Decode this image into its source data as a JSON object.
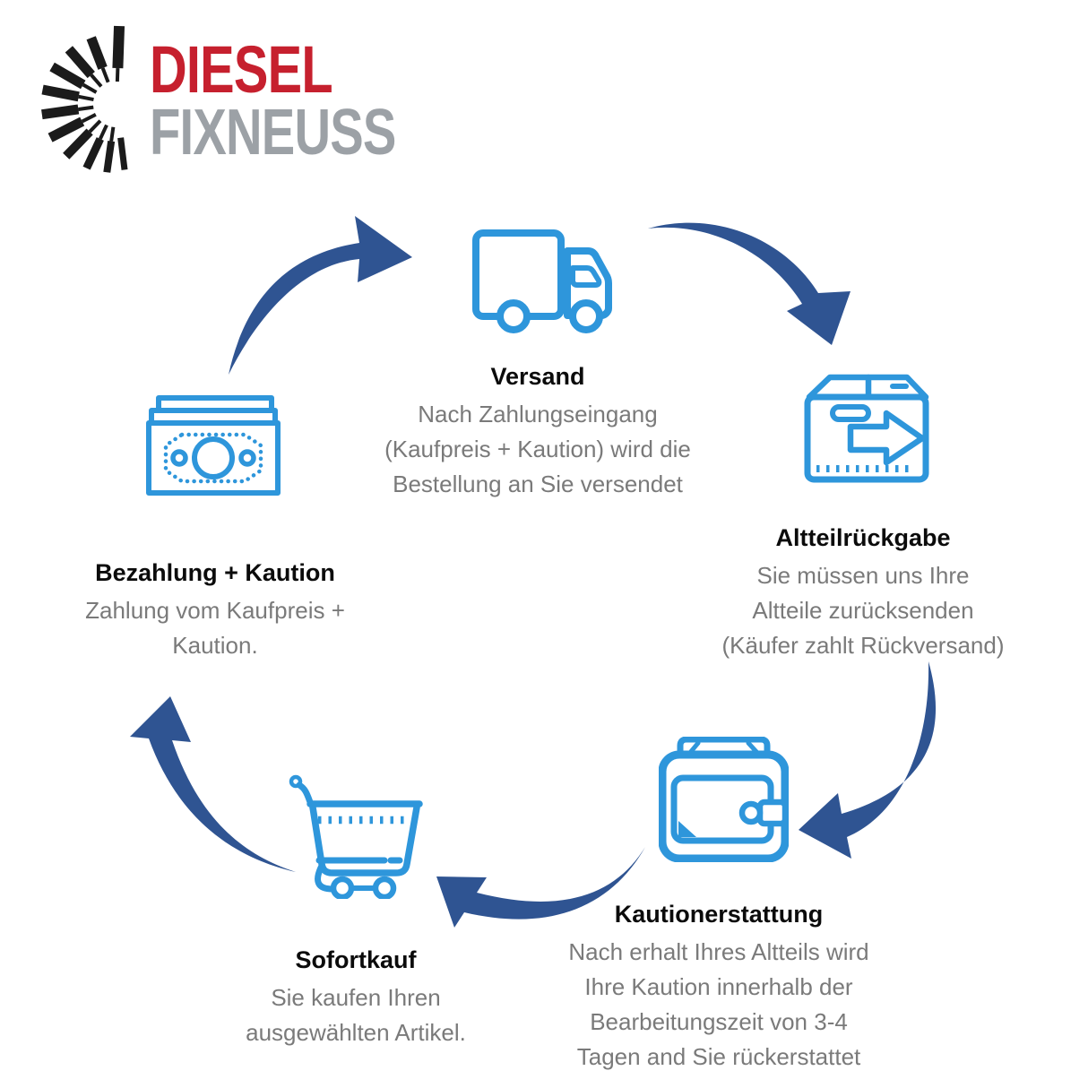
{
  "logo": {
    "icon": "injector-spray-icon",
    "line1": "DIESEL",
    "line2": "FIXNEUSS",
    "line1_color": "#C6202E",
    "line2_color": "#9CA1A6"
  },
  "colors": {
    "background": "#FFFFFF",
    "icon_blue": "#2E96DB",
    "arrow_blue": "#2F5492",
    "title_text": "#0B0B0B",
    "body_text": "#7A7A7A",
    "logo_burst_black": "#1B1B1B"
  },
  "steps": [
    {
      "id": "sofortkauf",
      "icon": "shopping-cart-icon",
      "title": "Sofortkauf",
      "lines": [
        "Sie kaufen Ihren",
        "ausgewählten Artikel."
      ]
    },
    {
      "id": "bezahlung-kaution",
      "icon": "banknotes-icon",
      "title": "Bezahlung + Kaution",
      "lines": [
        "Zahlung vom Kaufpreis +",
        "Kaution."
      ]
    },
    {
      "id": "versand",
      "icon": "delivery-truck-icon",
      "title": "Versand",
      "lines": [
        "Nach Zahlungseingang",
        "(Kaufpreis + Kaution) wird die",
        "Bestellung an Sie versendet"
      ]
    },
    {
      "id": "altteilrueckgabe",
      "icon": "parcel-return-icon",
      "title": "Altteilrückgabe",
      "lines": [
        "Sie müssen uns Ihre",
        "Altteile zurücksenden",
        "(Käufer zahlt Rückversand)"
      ]
    },
    {
      "id": "kautionerstattung",
      "icon": "wallet-icon",
      "title": "Kautionerstattung",
      "lines": [
        "Nach erhalt Ihres Altteils wird",
        "Ihre Kaution innerhalb der",
        "Bearbeitungszeit von 3-4",
        "Tagen and Sie rückerstattet"
      ]
    }
  ],
  "arrows": [
    {
      "id": "bezahlung-to-versand",
      "direction": "up-right"
    },
    {
      "id": "versand-to-altteilrueckgabe",
      "direction": "down-right"
    },
    {
      "id": "altteilrueckgabe-to-kautionerstattung",
      "direction": "down-left"
    },
    {
      "id": "kautionerstattung-to-sofortkauf",
      "direction": "left-up"
    },
    {
      "id": "sofortkauf-to-bezahlung",
      "direction": "up"
    }
  ]
}
